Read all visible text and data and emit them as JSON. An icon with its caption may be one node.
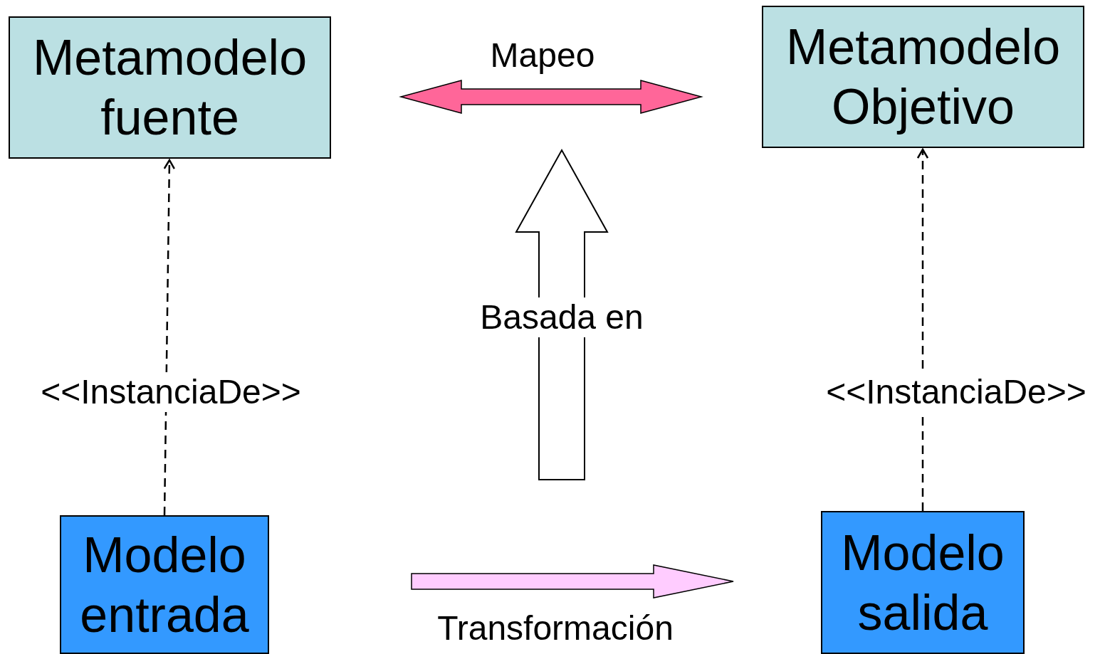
{
  "diagram": {
    "nodes": [
      {
        "text": [
          "Metamodelo fuente"
        ]
      },
      {
        "text": [
          "Metamodelo Objetivo"
        ]
      },
      {
        "text": [
          "Modelo entrada"
        ]
      },
      {
        "text": [
          "Modelo salida"
        ]
      }
    ],
    "edges": [
      {
        "from": 0,
        "to": 1,
        "arrow": "both",
        "label": "Mapeo",
        "style": "thick",
        "color": "#ff6699"
      },
      {
        "from": 2,
        "to": 0,
        "arrow": "to",
        "label": "<<InstanciaDe>>",
        "style": "dashed"
      },
      {
        "from": 3,
        "to": 1,
        "arrow": "to",
        "label": "<<InstanciaDe>>",
        "style": "dashed"
      },
      {
        "from": 2,
        "to": 3,
        "arrow": "to",
        "label": "Transformación",
        "style": "thick",
        "color": "#ffccff"
      }
    ],
    "labels": [
      "Basada en"
    ]
  }
}
